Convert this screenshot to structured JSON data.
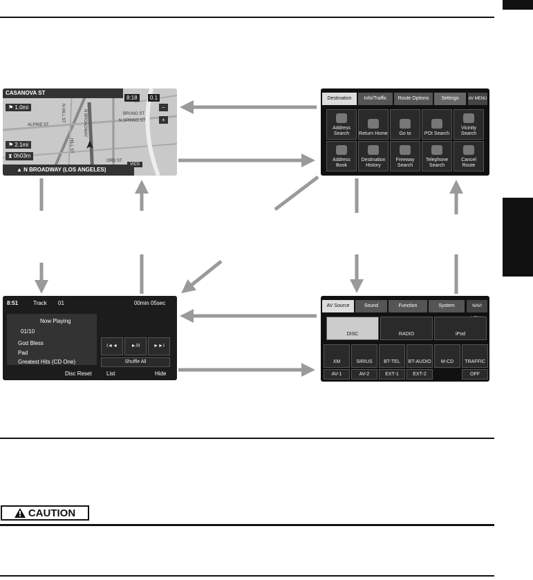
{
  "map": {
    "street": "CASANOVA ST",
    "time": "8:18",
    "scale": "0.1",
    "dist1": "1.0mi",
    "dist2": "2.1mi",
    "eta": "0h03m",
    "current_road": "N BROADWAY (LOS ANGELES)",
    "streets": [
      "ALPINE ST",
      "N BROADWAY",
      "N HILL ST",
      "BRUNO ST",
      "N SPRING ST",
      "ORD ST",
      "HILL ST"
    ]
  },
  "dest_menu": {
    "tabs": [
      "Destination",
      "Info/Traffic",
      "Route Options",
      "Settings",
      "AV MENU"
    ],
    "buttons": [
      "Address Search",
      "Return Home",
      "Go to",
      "POI Search",
      "Vicinity Search",
      "Address Book",
      "Destination History",
      "Freeway Search",
      "Telephone Search",
      "Cancel Route"
    ]
  },
  "player": {
    "time": "8:51",
    "track_label": "Track",
    "track_num": "01",
    "elapsed": "00min 05sec",
    "now_playing": "Now Playing",
    "track_count": "01/10",
    "title": "God Bless",
    "artist": "Pad",
    "album": "Greatest Hits (CD One)",
    "disc_reset": "Disc Reset",
    "prev": "I◄◄",
    "play": "►/II",
    "next": "►►I",
    "shuffle": "Shuffle All",
    "list": "List",
    "hide": "Hide"
  },
  "av_menu": {
    "tabs": [
      "AV Source",
      "Sound",
      "Function",
      "System",
      "NAVI MENU"
    ],
    "sources": [
      "DISC",
      "RADIO",
      "iPod"
    ],
    "row2": [
      "XM",
      "SIRIUS",
      "BT-TEL",
      "BT-AUDIO",
      "M-CD",
      "TRAFFIC"
    ],
    "row3": [
      "AV-1",
      "AV-2",
      "EXT-1",
      "EXT-2",
      "",
      "OFF"
    ]
  },
  "caution": {
    "label": "CAUTION"
  },
  "colors": {
    "arrow": "#9a9a9a",
    "rule": "#111111"
  }
}
